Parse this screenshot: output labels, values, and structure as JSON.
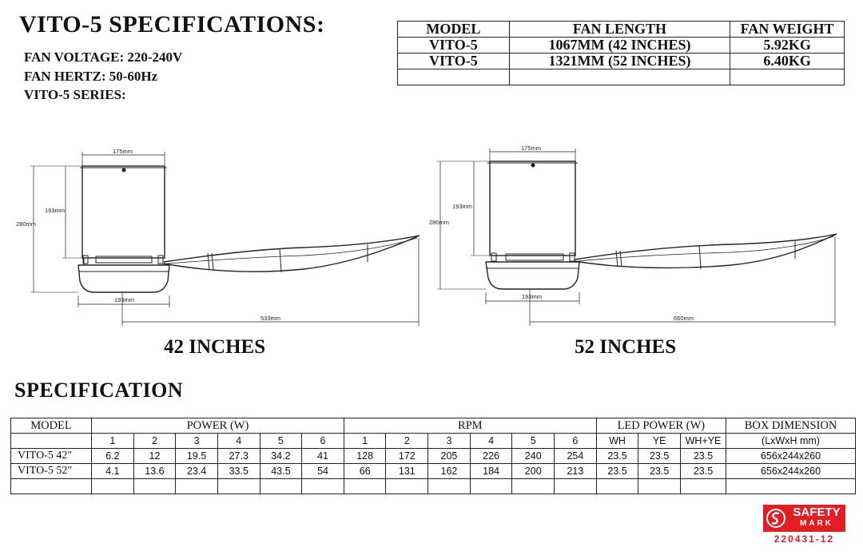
{
  "title": "VITO-5 SPECIFICATIONS:",
  "specs": {
    "voltage": "FAN VOLTAGE: 220-240V",
    "hertz": "FAN HERTZ: 50-60Hz",
    "series": "VITO-5 SERIES:"
  },
  "model_table": {
    "headers": [
      "MODEL",
      "FAN LENGTH",
      "FAN WEIGHT"
    ],
    "rows": [
      [
        "VITO-5",
        "1067MM  (42 INCHES)",
        "5.92KG"
      ],
      [
        "VITO-5",
        "1321MM  (52 INCHES)",
        "6.40KG"
      ],
      [
        "",
        "",
        ""
      ]
    ]
  },
  "drawings": [
    {
      "size_label": "42 INCHES",
      "dims": {
        "top_width": "175mm",
        "body_height": "193mm",
        "total_height": "280mm",
        "base_width": "193mm",
        "blade_length": "533mm"
      }
    },
    {
      "size_label": "52 INCHES",
      "dims": {
        "top_width": "175mm",
        "body_height": "193mm",
        "total_height": "280mm",
        "base_width": "193mm",
        "blade_length": "660mm"
      }
    }
  ],
  "specification": {
    "heading": "SPECIFICATION",
    "groups": {
      "model": "MODEL",
      "power": "POWER (W)",
      "rpm": "RPM",
      "led": "LED POWER (W)",
      "box": "BOX DIMENSION"
    },
    "subheaders": {
      "power": [
        "1",
        "2",
        "3",
        "4",
        "5",
        "6"
      ],
      "rpm": [
        "1",
        "2",
        "3",
        "4",
        "5",
        "6"
      ],
      "led": [
        "WH",
        "YE",
        "WH+YE"
      ],
      "box": "(LxWxH mm)"
    },
    "rows": [
      {
        "model": "VITO-5 42\"",
        "power": [
          "6.2",
          "12",
          "19.5",
          "27.3",
          "34.2",
          "41"
        ],
        "rpm": [
          "128",
          "172",
          "205",
          "226",
          "240",
          "254"
        ],
        "led": [
          "23.5",
          "23.5",
          "23.5"
        ],
        "box": "656x244x260"
      },
      {
        "model": "VITO-5 52\"",
        "power": [
          "4.1",
          "13.6",
          "23.4",
          "33.5",
          "43.5",
          "54"
        ],
        "rpm": [
          "66",
          "131",
          "162",
          "184",
          "200",
          "213"
        ],
        "led": [
          "23.5",
          "23.5",
          "23.5"
        ],
        "box": "656x244x260"
      }
    ]
  },
  "safety_mark": {
    "line1": "SAFETY",
    "line2": "MARK",
    "code": "220431-12",
    "color": "#e21d23"
  }
}
